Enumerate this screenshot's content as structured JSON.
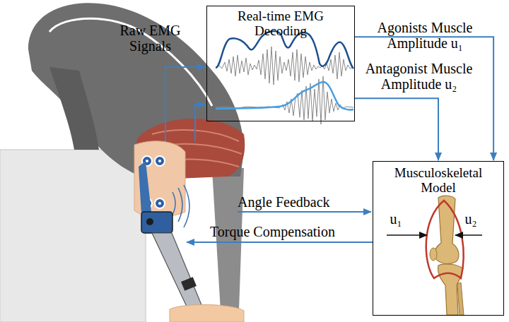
{
  "diagram": {
    "nodes": [
      {
        "text": [
          "Real-time EMG Decoding"
        ]
      },
      {
        "text": [
          "Musculoskeletal Model"
        ]
      }
    ],
    "edges": [
      {
        "from": 0,
        "to": 1,
        "arrow": "to",
        "label": "Agonists Muscle Amplitude u₁"
      },
      {
        "from": 0,
        "to": 1,
        "arrow": "to",
        "label": "Antagonist Muscle Amplitude u₂"
      }
    ],
    "labels": [
      "Raw EMG Signals",
      "Angle Feedback",
      "Torque Compensation",
      "u₁",
      "u₂"
    ]
  }
}
